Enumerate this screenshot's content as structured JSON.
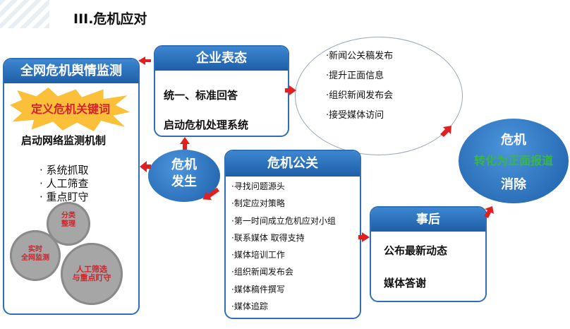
{
  "title": "III.危机应对",
  "monitor": {
    "header": "全网危机舆情监测",
    "keyword": "定义危机关键词",
    "mechanism": "启动网络监测机制",
    "bullets": [
      "· 系统抓取",
      "· 人工筛查",
      "· 重点盯守"
    ],
    "gears": [
      "分类\n整理",
      "实时\n全网监测",
      "人工筛选\n与重点盯守"
    ]
  },
  "stance": {
    "header": "企业表态",
    "lines": [
      "统一、标准回答",
      "启动危机处理系统"
    ]
  },
  "media": {
    "items": [
      "·新闻公关稿发布",
      "·提升正面信息",
      "·组织新闻发布会",
      "·接受媒体访问"
    ]
  },
  "occur": {
    "lines": [
      "危机",
      "发生"
    ]
  },
  "pr": {
    "header": "危机公关",
    "items": [
      "·寻找问题源头",
      "·制定应对策略",
      "·第一时间成立危机应对小组",
      "·联系媒体 取得支持",
      "·媒体培训工作",
      "·组织新闻发布会",
      "·媒体稿件撰写",
      "·媒体追踪"
    ]
  },
  "after": {
    "header": "事后",
    "lines": [
      "公布最新动态",
      "媒体答谢"
    ]
  },
  "result": {
    "lines": [
      "危机",
      "转化为正面报道",
      "消除"
    ]
  }
}
